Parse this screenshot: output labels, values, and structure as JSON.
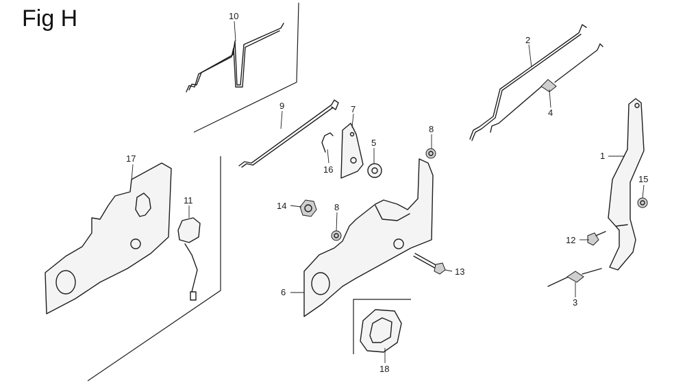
{
  "figure": {
    "title": "Fig H"
  },
  "callouts": [
    {
      "id": "c1",
      "label": "1"
    },
    {
      "id": "c2",
      "label": "2"
    },
    {
      "id": "c3",
      "label": "3"
    },
    {
      "id": "c4",
      "label": "4"
    },
    {
      "id": "c5",
      "label": "5"
    },
    {
      "id": "c6",
      "label": "6"
    },
    {
      "id": "c7",
      "label": "7"
    },
    {
      "id": "c8a",
      "label": "8"
    },
    {
      "id": "c8b",
      "label": "8"
    },
    {
      "id": "c9",
      "label": "9"
    },
    {
      "id": "c10",
      "label": "10"
    },
    {
      "id": "c11",
      "label": "11"
    },
    {
      "id": "c12",
      "label": "12"
    },
    {
      "id": "c13",
      "label": "13"
    },
    {
      "id": "c14",
      "label": "14"
    },
    {
      "id": "c15",
      "label": "15"
    },
    {
      "id": "c16",
      "label": "16"
    },
    {
      "id": "c17",
      "label": "17"
    },
    {
      "id": "c18",
      "label": "18"
    }
  ],
  "colors": {
    "line": "#1c1c1c",
    "background": "#ffffff"
  }
}
